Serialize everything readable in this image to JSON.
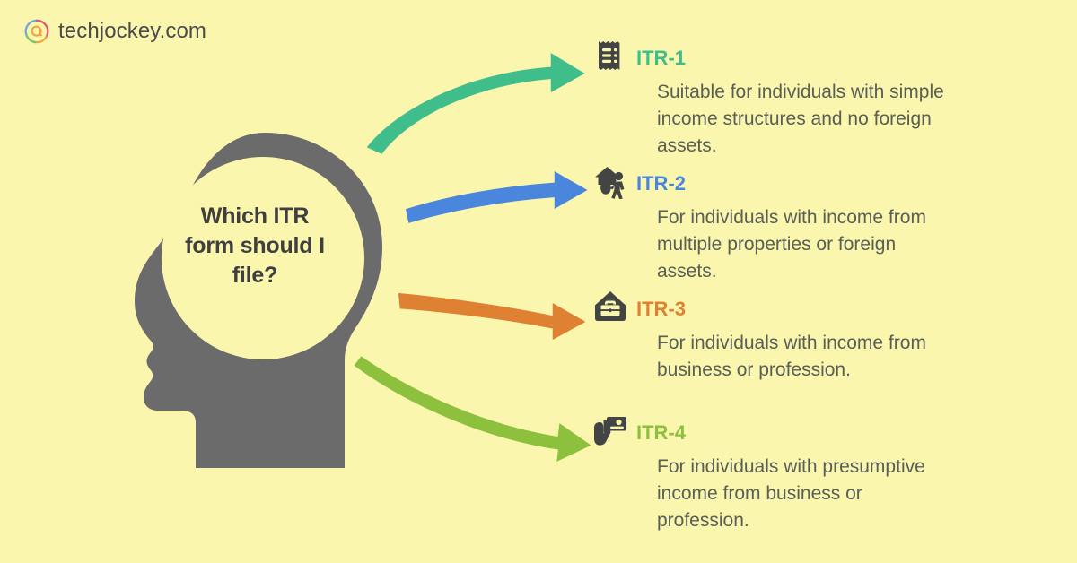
{
  "brand": {
    "name": "techjockey.com",
    "logo_icon": "techjockey-at-logo-icon"
  },
  "theme": {
    "background": "#fbf6ae",
    "head_fill": "#6b6b6b",
    "body_text": "#585f57",
    "question_text": "#3f3f3f"
  },
  "center": {
    "question": "Which ITR form should I file?",
    "question_line_1": "Which ITR",
    "question_line_2": "form should I",
    "question_line_3": "file?",
    "graphic": "human-head-profile-silhouette"
  },
  "arrows": [
    {
      "color": "#3fbe8c",
      "target": "ITR-1",
      "direction": "curve-up-right"
    },
    {
      "color": "#4a86dc",
      "target": "ITR-2",
      "direction": "slight-up-right"
    },
    {
      "color": "#de8132",
      "target": "ITR-3",
      "direction": "slight-down-right"
    },
    {
      "color": "#8cc03d",
      "target": "ITR-4",
      "direction": "curve-down-right"
    }
  ],
  "items": [
    {
      "title": "ITR-1",
      "color": "#3fbe8c",
      "icon": "receipt-icon",
      "description": "Suitable for individuals with simple income structures and no foreign assets."
    },
    {
      "title": "ITR-2",
      "color": "#4a86dc",
      "icon": "house-with-person-icon",
      "description": "For individuals with income from multiple properties or foreign assets."
    },
    {
      "title": "ITR-3",
      "color": "#de8132",
      "icon": "house-with-briefcase-icon",
      "description": "For individuals with income from business or profession."
    },
    {
      "title": "ITR-4",
      "color": "#8cc03d",
      "icon": "hand-holding-id-card-icon",
      "description": "For individuals with presumptive income from business or profession."
    }
  ]
}
